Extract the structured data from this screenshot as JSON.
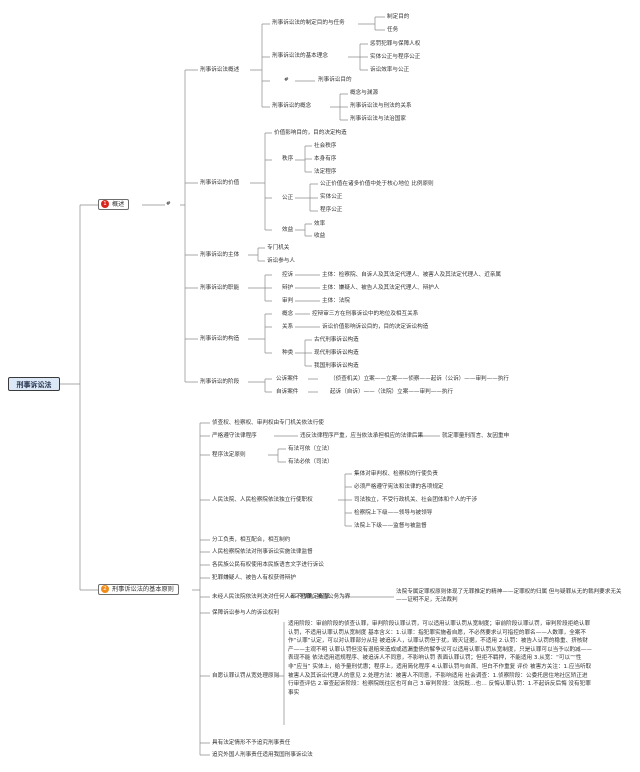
{
  "root": "刑事诉讼法",
  "main1": {
    "num": "1",
    "label": "概述",
    "mark": "#"
  },
  "main2": {
    "num": "2",
    "label": "刑事诉讼法的基本原则"
  },
  "s1": {
    "purpose": "刑事诉讼法的制定目的与任务",
    "purpose_a": "制定目的",
    "purpose_b": "任务",
    "concept": "刑事诉讼法的基本理念",
    "concept_a": "惩罚犯罪与保障人权",
    "concept_b": "实体公正与程序公正",
    "concept_c": "诉讼效率与公正",
    "hash": "#",
    "goal": "刑事诉讼目的",
    "notion": "刑事诉讼的概念",
    "notion_a": "概念与渊源",
    "notion_b": "刑事诉讼法与刑法的关系",
    "notion_c": "刑事诉讼法与法治国家",
    "overview": "刑事诉讼法概述",
    "value": "刑事诉讼的价值",
    "value_a": "价值影响目的，目的决定构造",
    "order": "秩序",
    "order_a": "社会秩序",
    "order_b": "本身有序",
    "order_c": "法定程序",
    "fair": "公正",
    "fair_a": "公正价值在诸多价值中处于核心地位 比例原则",
    "fair_b": "实体公正",
    "fair_c": "程序公正",
    "eff": "效益",
    "eff_a": "效率",
    "eff_b": "收益",
    "subject": "刑事诉讼的主体",
    "subject_a": "专门机关",
    "subject_b": "诉讼参与人",
    "func": "刑事诉讼的职能",
    "pros": "控诉",
    "pros_a": "主体：检察院、自诉人及其法定代理人、被害人及其法定代理人、近亲属",
    "def": "辩护",
    "def_a": "主体：嫌疑人、被告人及其法定代理人、辩护人",
    "judge": "审判",
    "judge_a": "主体：法院",
    "struct": "刑事诉讼的构造",
    "struct_c": "概念",
    "struct_c_a": "控辩审三方在刑事诉讼中的地位及相互关系",
    "struct_r": "关系",
    "struct_r_a": "诉讼价值影响诉讼目的，目的决定诉讼构造",
    "struct_k": "种类",
    "struct_k_a": "古代刑事诉讼构造",
    "struct_k_b": "现代刑事诉讼构造",
    "struct_k_c": "我国刑事诉讼构造",
    "stage": "刑事诉讼的阶段",
    "pub": "公诉案件",
    "pub_a": "（侦查机关）立案——立案——侦察——起诉（公诉）——审判——执行",
    "priv": "自诉案件",
    "priv_a": "起诉（自诉）——（法院）立案——审判——执行"
  },
  "s2": {
    "p1": "侦查权、检察权、审判权由专门机关依法行使",
    "p2": "严格遵守法律程序",
    "p2_a": "违反法律程序严重，应当依法承担相应的法律后果",
    "p2_b": "就定罪量刑而言、友因重申",
    "p3": "程序法定原则",
    "p3_a": "有法可依（立法）",
    "p3_b": "有法必依（司法）",
    "p4": "人民法院、人民检察院依法独立行使职权",
    "p4_a": "集体对审判权、检察权的行使负责",
    "p4_b": "必须严格遵守宪法和法律的各项规定",
    "p4_c": "司法独立，不受行政机关、社会团体和个人的干涉",
    "p4_d": "检察院上下级——领导与被领导",
    "p4_e": "法院上下级——监督与被监督",
    "p5": "分工负责，相互配合，相互制约",
    "p6": "人民检察院依法对刑事诉讼实施法律监督",
    "p7": "各民族公民有权使用本民族语言文字进行诉讼",
    "p8": "犯罪嫌疑人、被告人有权获得辩护",
    "p9": "未经人民法院依法判决对任何人都不得确定有罪",
    "p9_a": "犯罪、被告公务为界",
    "p9_b": "法院专属定罪权原则体现了无罪推定的精神——定罪权的归属 但与疑罪从无的裁判要求无关——证明不足，无法裁判",
    "p10": "保障诉讼参与人的诉讼权利",
    "p11": "自愿认罪认罚从宽处理原则",
    "p11_a": "适用阶段：审前阶段的侦查认罪，审判阶段认罪认罚，可以适用认罪认罚从宽制度；审前阶段认罪认罚，审判阶段拒绝认罪认罚，不适用认罪认罚从宽制度 基本含义：1.认罪：指犯罪实施者自愿，不必然要求认可指控的罪名——人数罪，全案不作“认罪”认定，可以对认罪部分从轻 被追诉人，认罪认罚但于扰，毁灭证据，不适用 2.认罚：被告人认罚的稳重、挤核财产——主观不明 认罪认罚但没有退赔来造成或遗漏重债的解争议可以适用认罪认罚从宽制度，只是认罪可以当予以酌减——表现不能 依法适用遗规程序、被追诉人不同意，不影响认罚 表面认罪认罚；但拒不羁押，不能适用 3.从宽：“可以”“性非”应当” 实体上，给予量刑优惠；程序上，适用简化程序 4.认罪认罚与自首、坦白不作重复 评价 被害方关注：1.应当听取被害人及其诉讼代理人的意见 2.处理方法：被害人不同意，不影响适用 社会调查：1.侦察阶段：公委托居住地社区矫正进行审查评估 2.审查起诉阶段：检察院既往区也可自己 3.审判阶段：法院既…也… 反悔认罪认罚：1.不起诉反后悔 没有犯罪事实",
    "p12": "具有法定情形不予追究刑事责任",
    "p13": "追究外国人刑事责任适用我国刑事诉讼法"
  }
}
